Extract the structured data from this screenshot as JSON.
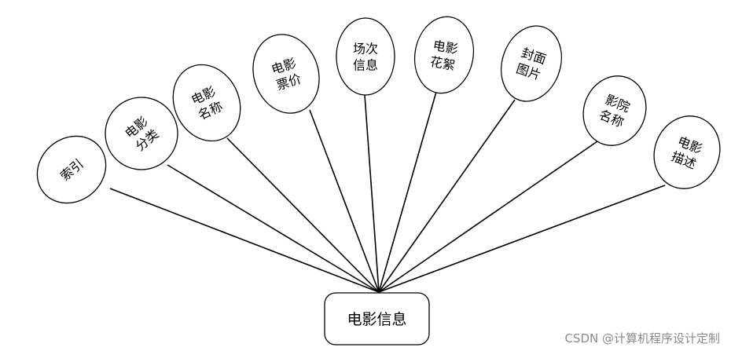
{
  "diagram": {
    "entity": {
      "label": "电影信息"
    },
    "attributes": [
      {
        "lines": [
          "索引"
        ]
      },
      {
        "lines": [
          "电影",
          "分类"
        ]
      },
      {
        "lines": [
          "电影",
          "名称"
        ]
      },
      {
        "lines": [
          "电影",
          "票价"
        ]
      },
      {
        "lines": [
          "场次",
          "信息"
        ]
      },
      {
        "lines": [
          "电影",
          "花絮"
        ]
      },
      {
        "lines": [
          "封面",
          "图片"
        ]
      },
      {
        "lines": [
          "影院",
          "名称"
        ]
      },
      {
        "lines": [
          "电影",
          "描述"
        ]
      }
    ]
  },
  "watermark": "CSDN @计算机程序设计定制"
}
